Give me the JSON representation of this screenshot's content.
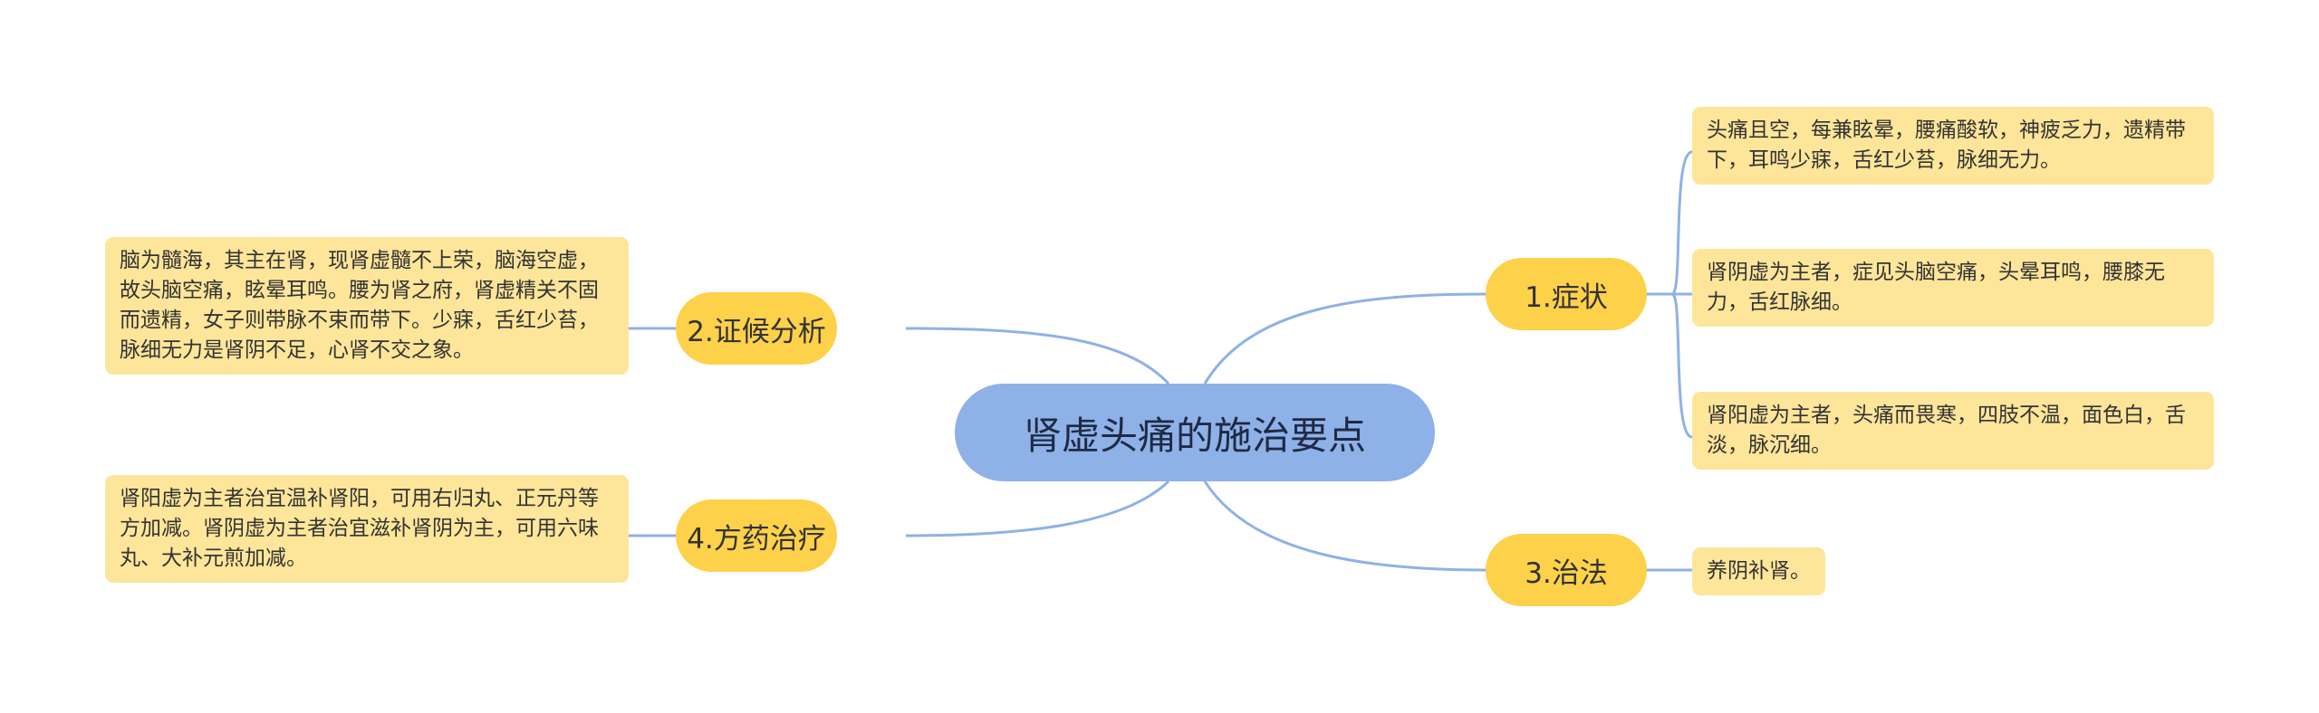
{
  "diagram": {
    "type": "mind-map",
    "colors": {
      "root": "#8eb1e8",
      "branch": "#fdd14a",
      "leaf": "#fde59a",
      "line": "#8eb1e8"
    },
    "root": {
      "label": "肾虚头痛的施治要点"
    },
    "branches": [
      {
        "label": "1.症状",
        "leaves": [
          "头痛且空，每兼眩晕，腰痛酸软，神疲乏力，遗精带下，耳鸣少寐，舌红少苔，脉细无力。",
          "肾阴虚为主者，症见头脑空痛，头晕耳鸣，腰膝无力，舌红脉细。",
          "肾阳虚为主者，头痛而畏寒，四肢不温，面色白，舌淡，脉沉细。"
        ]
      },
      {
        "label": "2.证候分析",
        "leaves": [
          "脑为髓海，其主在肾，现肾虚髓不上荣，脑海空虚，故头脑空痛，眩晕耳鸣。腰为肾之府，肾虚精关不固而遗精，女子则带脉不束而带下。少寐，舌红少苔，脉细无力是肾阴不足，心肾不交之象。"
        ]
      },
      {
        "label": "3.治法",
        "leaves": [
          "养阴补肾。"
        ]
      },
      {
        "label": "4.方药治疗",
        "leaves": [
          "肾阳虚为主者治宜温补肾阳，可用右归丸、正元丹等方加减。肾阴虚为主者治宜滋补肾阴为主，可用六味丸、大补元煎加减。"
        ]
      }
    ]
  }
}
